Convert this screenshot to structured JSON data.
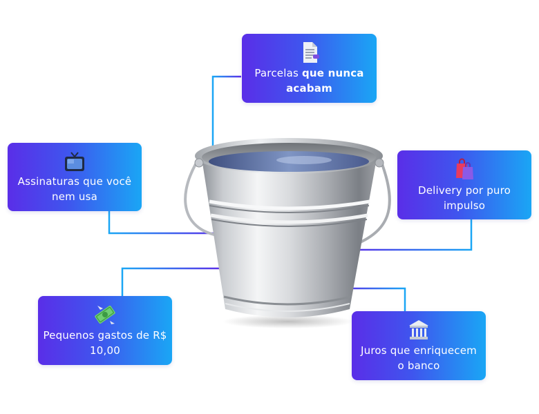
{
  "diagram": {
    "center": {
      "image": "metal-bucket-with-water"
    },
    "cards": [
      {
        "id": "parcelas",
        "icon": "document-icon",
        "text_normal": "Parcelas ",
        "text_bold": "que nunca acabam"
      },
      {
        "id": "assinaturas",
        "icon": "tv-icon",
        "text_normal": "Assinaturas que você nem usa",
        "text_bold": ""
      },
      {
        "id": "delivery",
        "icon": "shopping-bags-icon",
        "text_normal": "Delivery por puro impulso",
        "text_bold": ""
      },
      {
        "id": "pequenos",
        "icon": "money-bill-icon",
        "text_normal": "Pequenos gastos de R$ 10,00",
        "text_bold": ""
      },
      {
        "id": "juros",
        "icon": "bank-icon",
        "text_normal": "Juros que enriquecem o banco",
        "text_bold": ""
      }
    ],
    "colors": {
      "card_gradient_start": "#5a2ee8",
      "card_gradient_end": "#1aa6f5",
      "connector_start": "#1aa6f5",
      "connector_end": "#5a2ee8"
    }
  }
}
